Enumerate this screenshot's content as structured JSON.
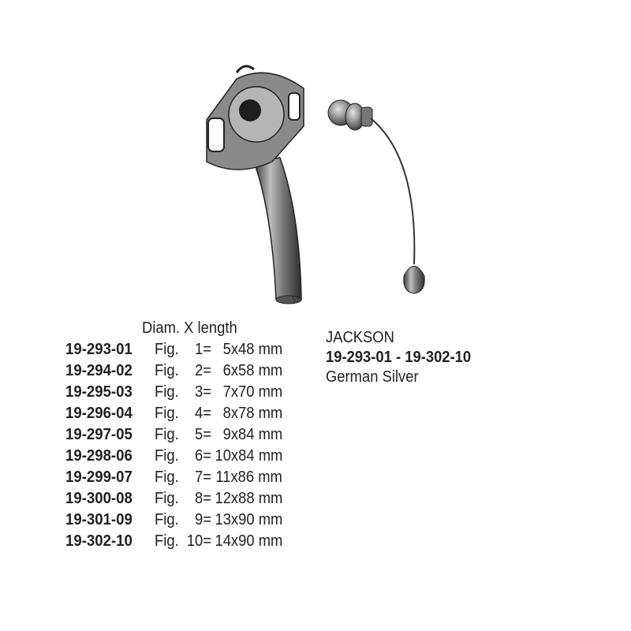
{
  "illustration": {
    "scale_label": "½"
  },
  "table": {
    "header": "Diam. X length",
    "rows": [
      {
        "code": "19-293-01",
        "fig": "Fig.",
        "num": "1=",
        "size": "5x48 mm"
      },
      {
        "code": "19-294-02",
        "fig": "Fig.",
        "num": "2=",
        "size": "6x58 mm"
      },
      {
        "code": "19-295-03",
        "fig": "Fig.",
        "num": "3=",
        "size": "7x70 mm"
      },
      {
        "code": "19-296-04",
        "fig": "Fig.",
        "num": "4=",
        "size": "8x78 mm"
      },
      {
        "code": "19-297-05",
        "fig": "Fig.",
        "num": "5=",
        "size": "9x84 mm"
      },
      {
        "code": "19-298-06",
        "fig": "Fig.",
        "num": "6=",
        "size": "10x84 mm"
      },
      {
        "code": "19-299-07",
        "fig": "Fig.",
        "num": "7=",
        "size": "11x86 mm"
      },
      {
        "code": "19-300-08",
        "fig": "Fig.",
        "num": "8=",
        "size": "12x88 mm"
      },
      {
        "code": "19-301-09",
        "fig": "Fig.",
        "num": "9=",
        "size": "13x90 mm"
      },
      {
        "code": "19-302-10",
        "fig": "Fig.",
        "num": "10=",
        "size": "14x90 mm"
      }
    ]
  },
  "product": {
    "name": "JACKSON",
    "code_range": "19-293-01 - 19-302-10",
    "material": "German Silver"
  }
}
